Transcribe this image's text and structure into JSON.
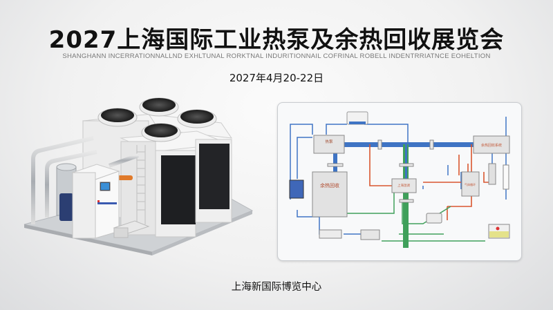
{
  "header": {
    "title": "2027上海国际工业热泵及余热回收展览会",
    "subtitle": "SHANGHANN INCERRATIONNALLND EXHLTUNAL RORKTNAL INDURITIONNAIL COFRINAL ROBELL INDENTRRIATNCE EOHELTION",
    "date": "2027年4月20-22日"
  },
  "diagram": {
    "main_unit_label": "余热回收",
    "system_label": "余热回收系统",
    "top_unit_label": "热泵",
    "mid_unit_label": "上海温调",
    "right_unit_label": "气体循环"
  },
  "footer": {
    "venue": "上海新国际博览中心"
  },
  "colors": {
    "blue_pipe": "#3f74c4",
    "red_pipe": "#d9552e",
    "green_pipe": "#3fa05a"
  }
}
